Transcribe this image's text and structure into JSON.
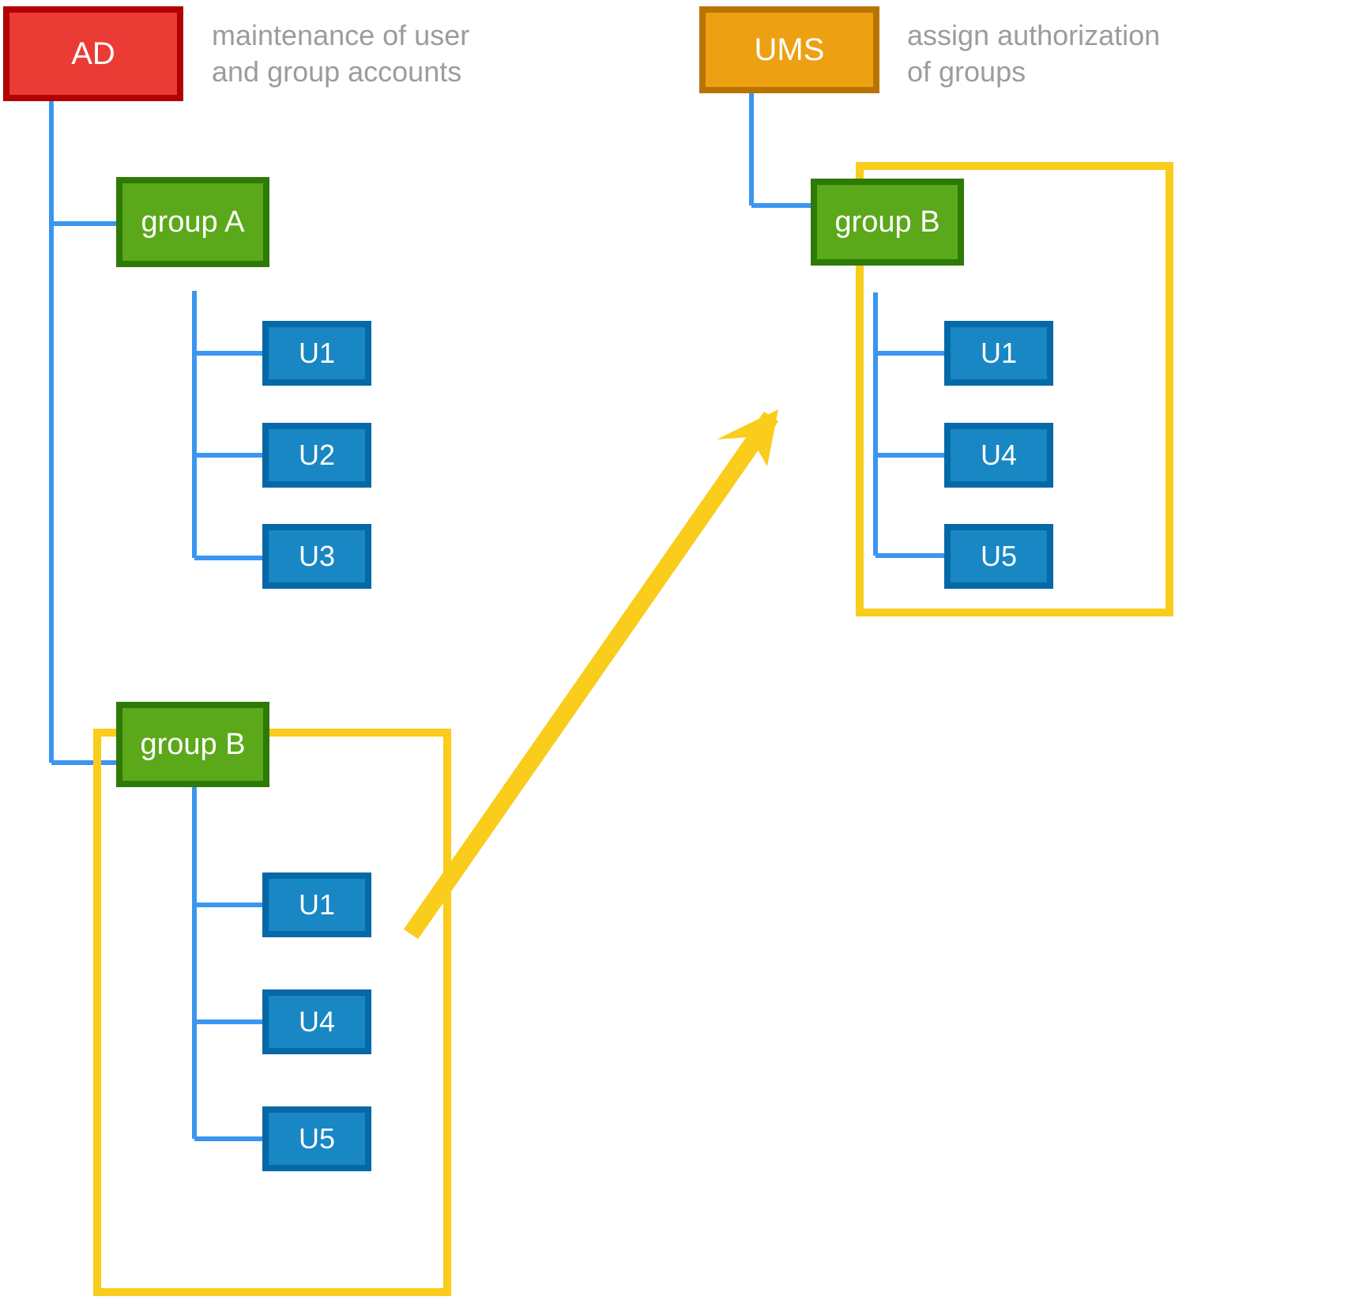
{
  "diagram": {
    "title": "AD to UMS group authorization mapping",
    "colors": {
      "ad_fill": "#ea3c35",
      "ad_border": "#b30000",
      "ums_fill": "#eda012",
      "ums_border": "#b87400",
      "group_fill": "#5ba81a",
      "group_border": "#2d7a06",
      "user_fill": "#1887c4",
      "user_border": "#0568a7",
      "connector": "#3a96f0",
      "container": "#facc1b",
      "arrow": "#facc1b",
      "note_text": "#9c9c9c"
    }
  },
  "nodes": {
    "ad": {
      "label": "AD"
    },
    "ums": {
      "label": "UMS"
    },
    "group_a": {
      "label": "group\nA"
    },
    "group_b_left": {
      "label": "group\nB"
    },
    "group_b_right": {
      "label": "group\nB"
    },
    "group_a_users": [
      {
        "label": "U1"
      },
      {
        "label": "U2"
      },
      {
        "label": "U3"
      }
    ],
    "group_b_left_users": [
      {
        "label": "U1"
      },
      {
        "label": "U4"
      },
      {
        "label": "U5"
      }
    ],
    "group_b_right_users": [
      {
        "label": "U1"
      },
      {
        "label": "U4"
      },
      {
        "label": "U5"
      }
    ]
  },
  "notes": {
    "ad_note": "maintenance of user\nand group accounts",
    "ums_note": "assign authorization\nof groups"
  }
}
